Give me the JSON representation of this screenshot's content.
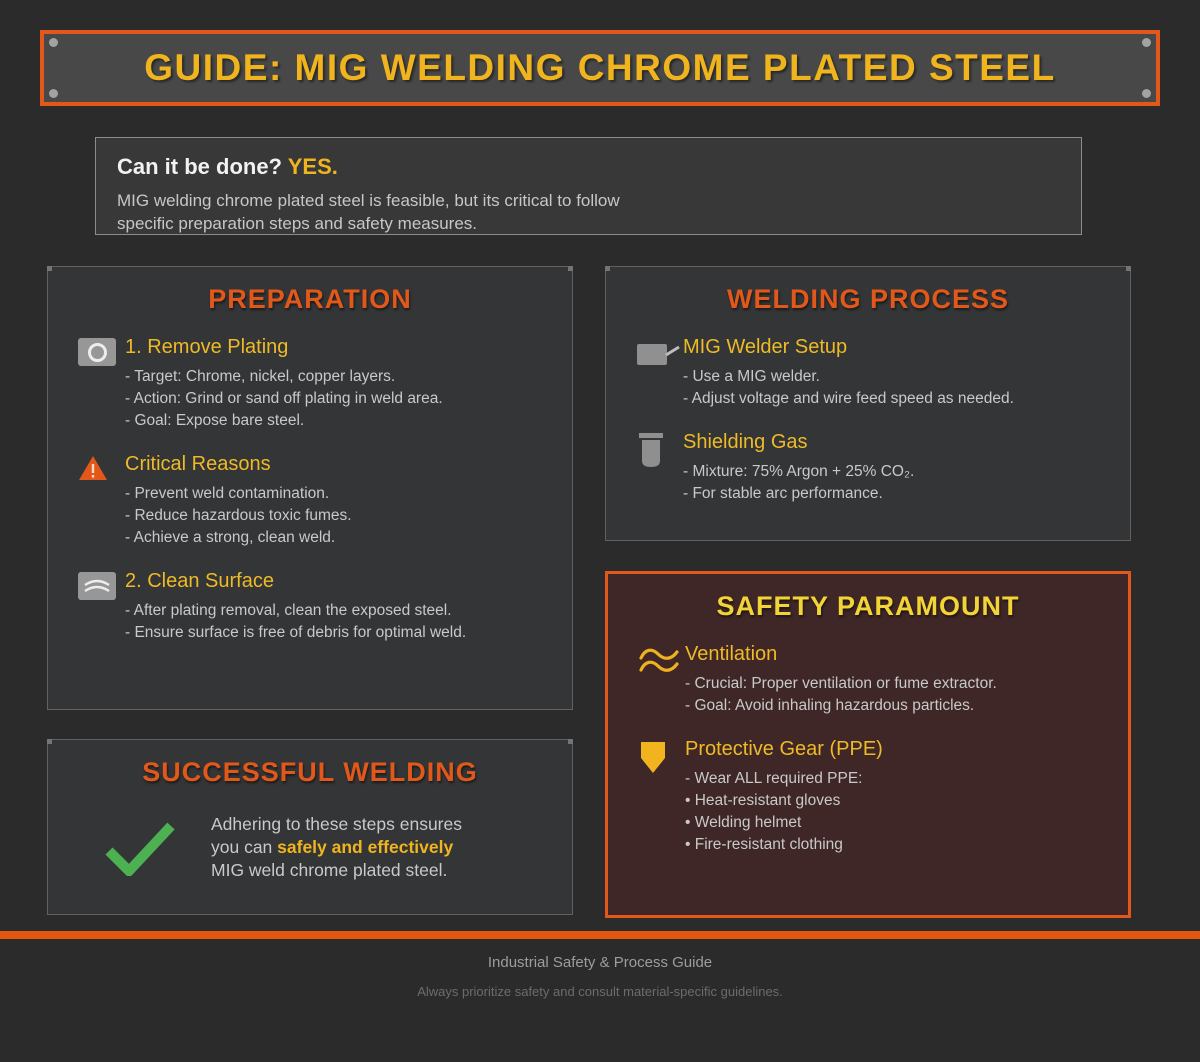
{
  "banner": {
    "title": "GUIDE: MIG WELDING CHROME PLATED STEEL"
  },
  "intro": {
    "question": "Can it be done?",
    "answer": "YES.",
    "line1": "MIG welding chrome plated steel is feasible, but its critical to follow",
    "line2": "specific preparation steps and safety measures."
  },
  "panels": {
    "preparation": {
      "title": "PREPARATION",
      "items": [
        {
          "icon": "grinder-disc-icon",
          "heading": "1. Remove Plating",
          "bullets": [
            "- Target: Chrome, nickel, copper layers.",
            "- Action: Grind or sand off plating in weld area.",
            "- Goal: Expose bare steel."
          ]
        },
        {
          "icon": "warning-triangle-icon",
          "heading": "Critical Reasons",
          "bullets": [
            "- Prevent weld contamination.",
            "- Reduce hazardous toxic fumes.",
            "- Achieve a strong, clean weld."
          ]
        },
        {
          "icon": "clean-surface-icon",
          "heading": "2. Clean Surface",
          "bullets": [
            "- After plating removal, clean the exposed steel.",
            "- Ensure surface is free of debris for optimal weld."
          ]
        }
      ]
    },
    "welding_process": {
      "title": "WELDING PROCESS",
      "items": [
        {
          "icon": "mig-welder-icon",
          "heading": "MIG Welder Setup",
          "bullets": [
            "- Use a MIG welder.",
            "- Adjust voltage and wire feed speed as needed."
          ]
        },
        {
          "icon": "gas-cylinder-icon",
          "heading": "Shielding Gas",
          "bullets": [
            "- Mixture: 75% Argon + 25% CO₂.",
            "- For stable arc performance."
          ]
        }
      ]
    },
    "safety": {
      "title": "SAFETY PARAMOUNT",
      "items": [
        {
          "icon": "airflow-icon",
          "heading": "Ventilation",
          "bullets": [
            "- Crucial: Proper ventilation or fume extractor.",
            "- Goal: Avoid inhaling hazardous particles."
          ]
        },
        {
          "icon": "shield-icon",
          "heading": "Protective Gear (PPE)",
          "bullets": [
            "- Wear ALL required PPE:",
            "• Heat-resistant gloves",
            "• Welding helmet",
            "• Fire-resistant clothing"
          ]
        }
      ]
    },
    "success": {
      "title": "SUCCESSFUL WELDING",
      "icon": "checkmark-icon",
      "line1": "Adhering to these steps ensures",
      "line2_prefix": "you can ",
      "line2_bold": "safely and effectively",
      "line3": "MIG weld chrome plated steel."
    }
  },
  "footer": {
    "line1": "Industrial Safety & Process Guide",
    "line2": "Always prioritize safety and consult material-specific guidelines."
  },
  "colors": {
    "background": "#2b2b2b",
    "panel_gray": "#333536",
    "safety_maroon": "#3e2726",
    "accent_orange": "#e2581a",
    "gold": "#f0b41e",
    "safety_title_yellow": "#f2d437",
    "success_green": "#4db151",
    "body_text_gray": "#c9c9c9"
  }
}
